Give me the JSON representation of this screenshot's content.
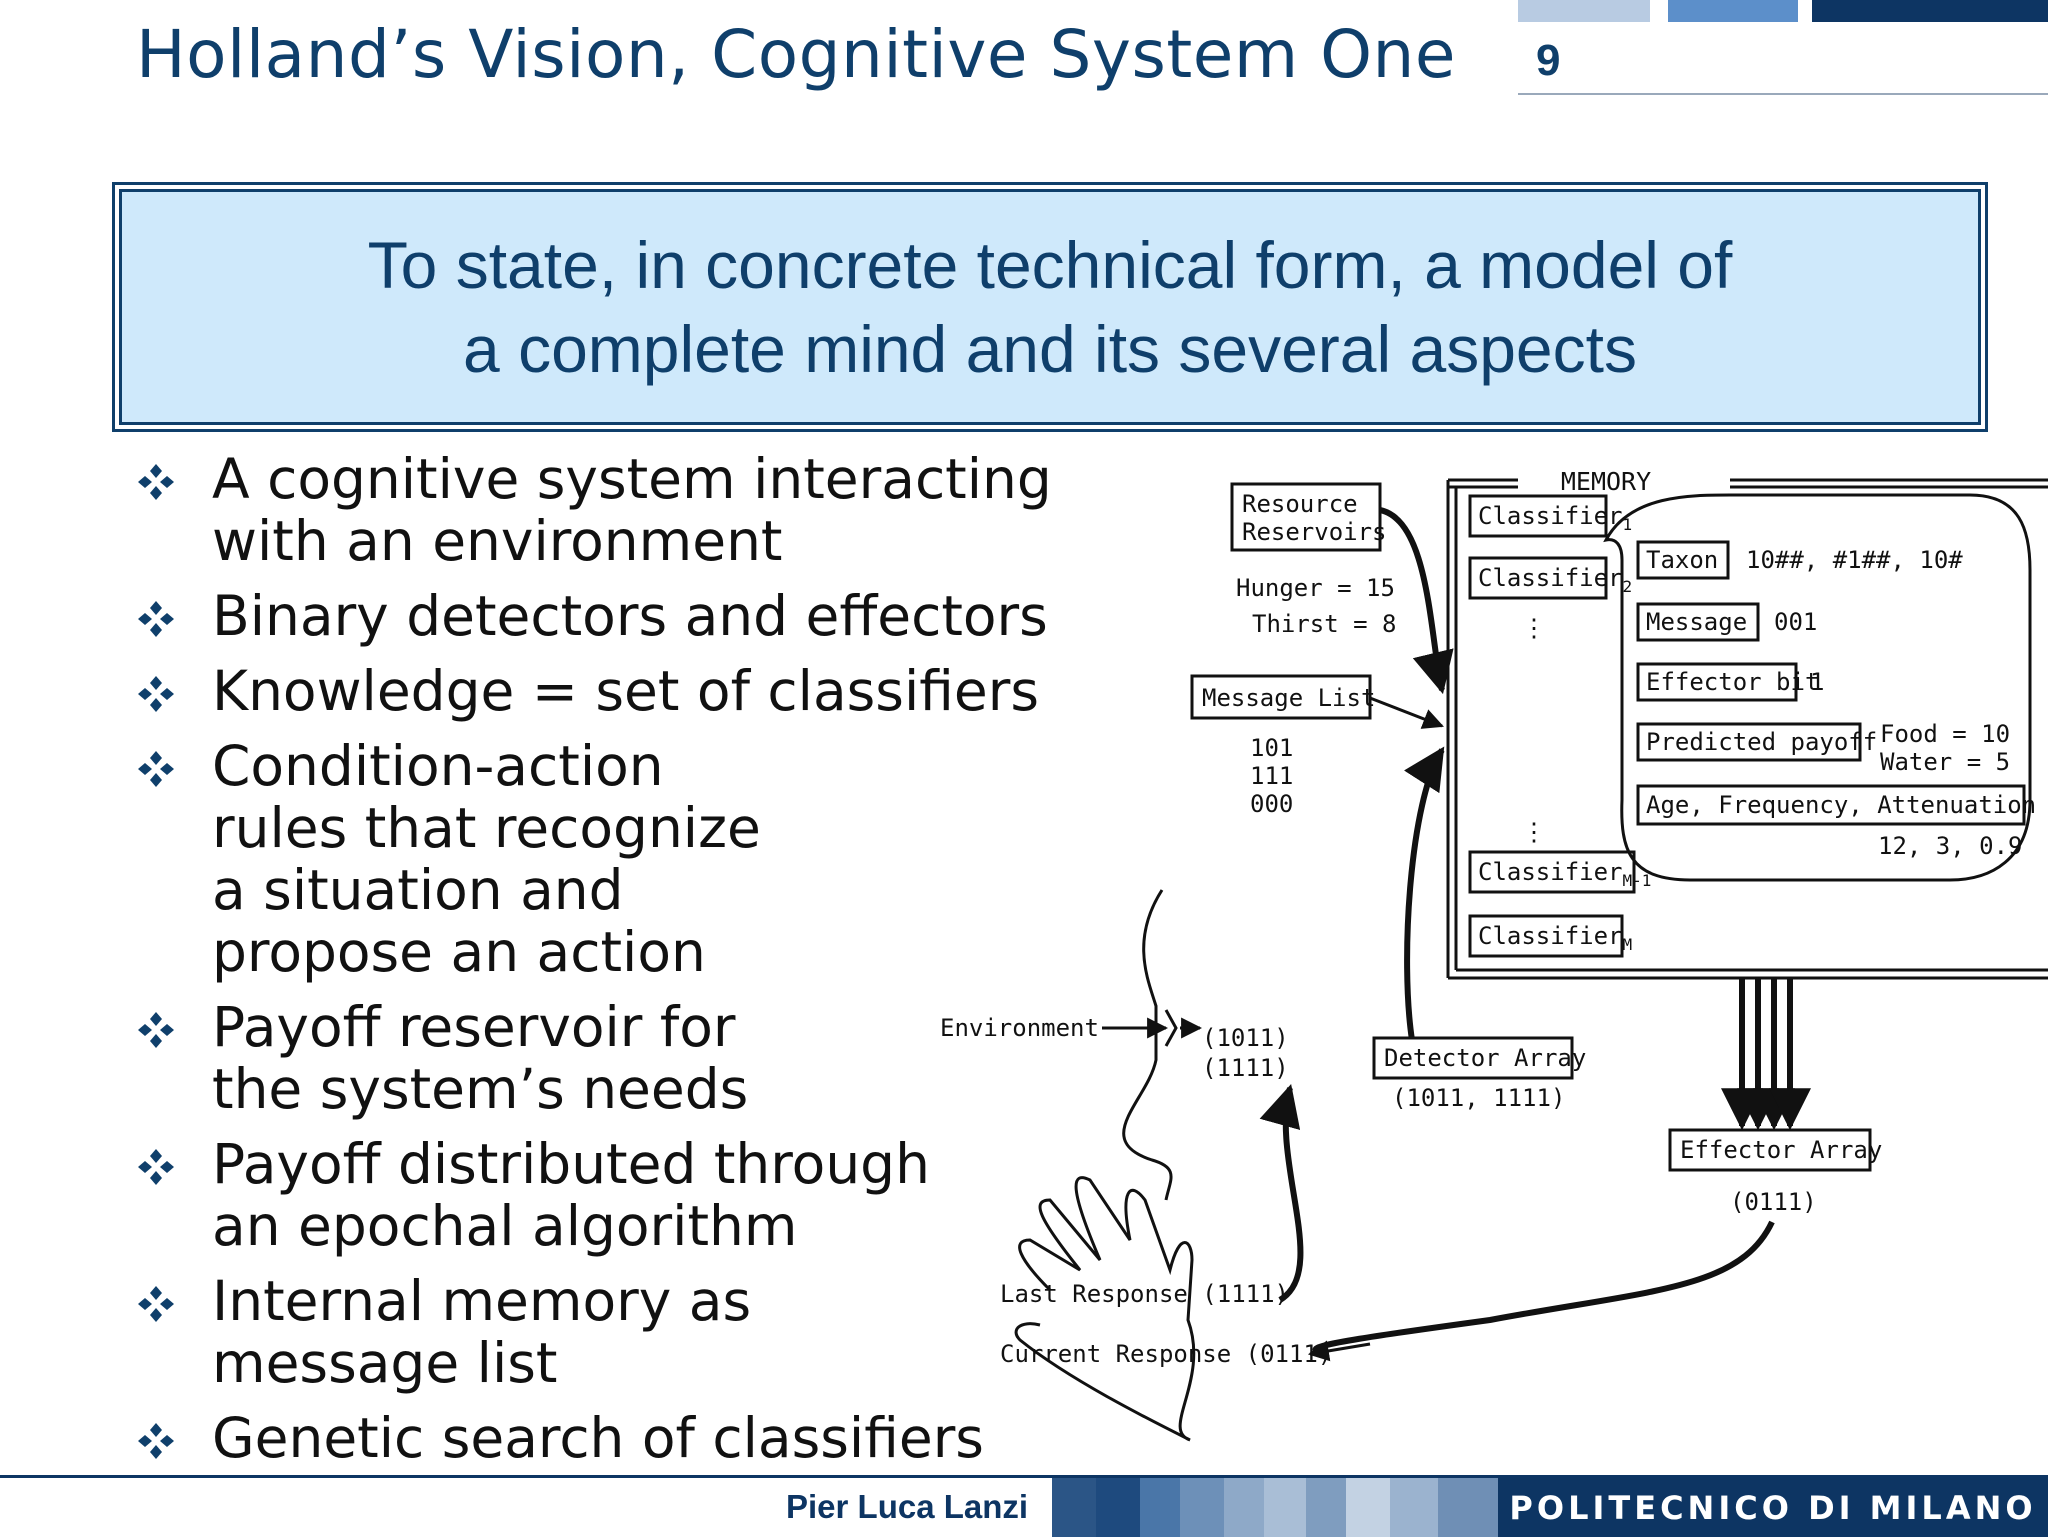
{
  "header": {
    "title": "Holland’s Vision, Cognitive System One",
    "page_number": "9"
  },
  "quote": {
    "line1": "To state, in concrete technical form, a model of",
    "line2": "a complete mind and its several aspects"
  },
  "bullets": [
    "A cognitive system interacting with an environment",
    "Binary detectors and effectors",
    "Knowledge = set of classifiers",
    "Condition-action rules that recognize a situation and propose an action",
    "Payoff reservoir for the system’s needs",
    "Payoff distributed through an epochal algorithm",
    "Internal memory as message list",
    "Genetic search of classifiers"
  ],
  "figure": {
    "memory_label": "MEMORY",
    "resource_line1": "Resource",
    "resource_line2": "Reservoirs",
    "hunger": "Hunger = 15",
    "thirst": "Thirst = 8",
    "message_list": "Message List",
    "messages": [
      "101",
      "111",
      "000"
    ],
    "classifier_1": "Classifier",
    "classifier_1_sub": "1",
    "classifier_2": "Classifier",
    "classifier_2_sub": "2",
    "classifier_m1": "Classifier",
    "classifier_m1_sub": "M-1",
    "classifier_m": "Classifier",
    "classifier_m_sub": "M",
    "taxon": "Taxon",
    "taxon_value": "10##, #1##, 10#",
    "message": "Message",
    "message_value": "001",
    "effector_bit": "Effector bit",
    "effector_bit_value": "1",
    "predicted_payoff": "Predicted payoff",
    "food": "Food = 10",
    "water": "Water = 5",
    "age_freq": "Age, Frequency, Attenuation",
    "age_values": "12, 3, 0.9",
    "environment": "Environment",
    "env_msg1": "(1011)",
    "env_msg2": "(1111)",
    "detector_array": "Detector Array",
    "detector_value": "(1011, 1111)",
    "effector_array": "Effector Array",
    "effector_value": "(0111)",
    "last_response": "Last Response (1111)",
    "current_response": "Current Response (0111)"
  },
  "footer": {
    "author": "Pier Luca Lanzi",
    "institution": "POLITECNICO DI MILANO",
    "tile_colors": [
      "#2b5586",
      "#1e4a7e",
      "#4a76a8",
      "#6d90b8",
      "#8ea9c8",
      "#a9bed6",
      "#7f9dbf",
      "#c3d2e3",
      "#9bb3cf",
      "#6f8fb5"
    ]
  }
}
